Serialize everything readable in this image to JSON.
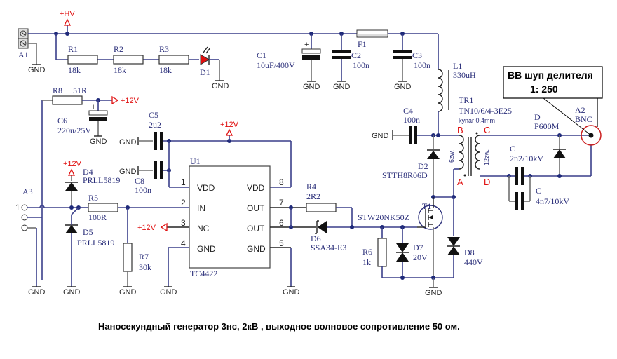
{
  "title_caption": "Наносекундный генератор 3нс,  2кВ , выходное волновое сопротивление 50 ом.",
  "callout": {
    "line1": "ВВ шуп делителя",
    "line2": "1: 250"
  },
  "gnd_label": "GND",
  "power": {
    "hv": "+HV",
    "v12": "+12V"
  },
  "connectors": {
    "A1": {
      "ref": "A1"
    },
    "A2": {
      "ref": "A2",
      "type": "BNC"
    },
    "A3": {
      "ref": "A3",
      "pin1": "1"
    }
  },
  "resistors": {
    "R1": {
      "ref": "R1",
      "value": "18k"
    },
    "R2": {
      "ref": "R2",
      "value": "18k"
    },
    "R3": {
      "ref": "R3",
      "value": "18k"
    },
    "R4": {
      "ref": "R4",
      "value": "2R2"
    },
    "R5": {
      "ref": "R5",
      "value": "100R"
    },
    "R6": {
      "ref": "R6",
      "value": "1k"
    },
    "R7": {
      "ref": "R7",
      "value": "30k"
    },
    "R8": {
      "ref": "R8",
      "value": "51R"
    }
  },
  "capacitors": {
    "C1": {
      "ref": "C1",
      "value": "10uF/400V"
    },
    "C2": {
      "ref": "C2",
      "value": "100n"
    },
    "C3": {
      "ref": "C3",
      "value": "100n"
    },
    "C4": {
      "ref": "C4",
      "value": "100n"
    },
    "C5": {
      "ref": "C5",
      "value": "2u2"
    },
    "C6": {
      "ref": "C6",
      "value": "220u/25V"
    },
    "C8": {
      "ref": "C8",
      "value": "100n"
    },
    "Ca": {
      "ref": "C",
      "value": "2n2/10kV"
    },
    "Cb": {
      "ref": "C",
      "value": "4n7/10kV"
    }
  },
  "diodes": {
    "D1": {
      "ref": "D1"
    },
    "D2": {
      "ref": "D2",
      "value": "STTH8R06D"
    },
    "D4": {
      "ref": "D4",
      "value": "PRLL5819"
    },
    "D5": {
      "ref": "D5",
      "value": "PRLL5819"
    },
    "D6": {
      "ref": "D6",
      "value": "SSA34-E3"
    },
    "D7": {
      "ref": "D7",
      "value": "20V"
    },
    "D8": {
      "ref": "D8",
      "value": "440V"
    },
    "D": {
      "ref": "D",
      "value": "P600M"
    }
  },
  "fuse": {
    "ref": "F1"
  },
  "inductor": {
    "ref": "L1",
    "value": "330uH"
  },
  "transformer": {
    "ref": "TR1",
    "core": "TN10/6/4-3E25",
    "wire": "kynar 0.4mm",
    "primary_turns": "6zw.",
    "secondary_turns": "12zw.",
    "terminals": {
      "A": "A",
      "B": "B",
      "C": "C",
      "D": "D"
    }
  },
  "transistor": {
    "ref": "T1",
    "value": "STW20NK50Z"
  },
  "ic": {
    "ref": "U1",
    "part": "TC4422",
    "pins_left": [
      {
        "num": "1",
        "name": "VDD"
      },
      {
        "num": "2",
        "name": "IN"
      },
      {
        "num": "3",
        "name": "NC"
      },
      {
        "num": "4",
        "name": "GND"
      }
    ],
    "pins_right": [
      {
        "num": "8",
        "name": "VDD"
      },
      {
        "num": "7",
        "name": "OUT"
      },
      {
        "num": "6",
        "name": "OUT"
      },
      {
        "num": "5",
        "name": "GND"
      }
    ]
  },
  "colors": {
    "wire": "#3a3f8a",
    "power_flag": "#e01010",
    "text": "#2b2f7a"
  }
}
